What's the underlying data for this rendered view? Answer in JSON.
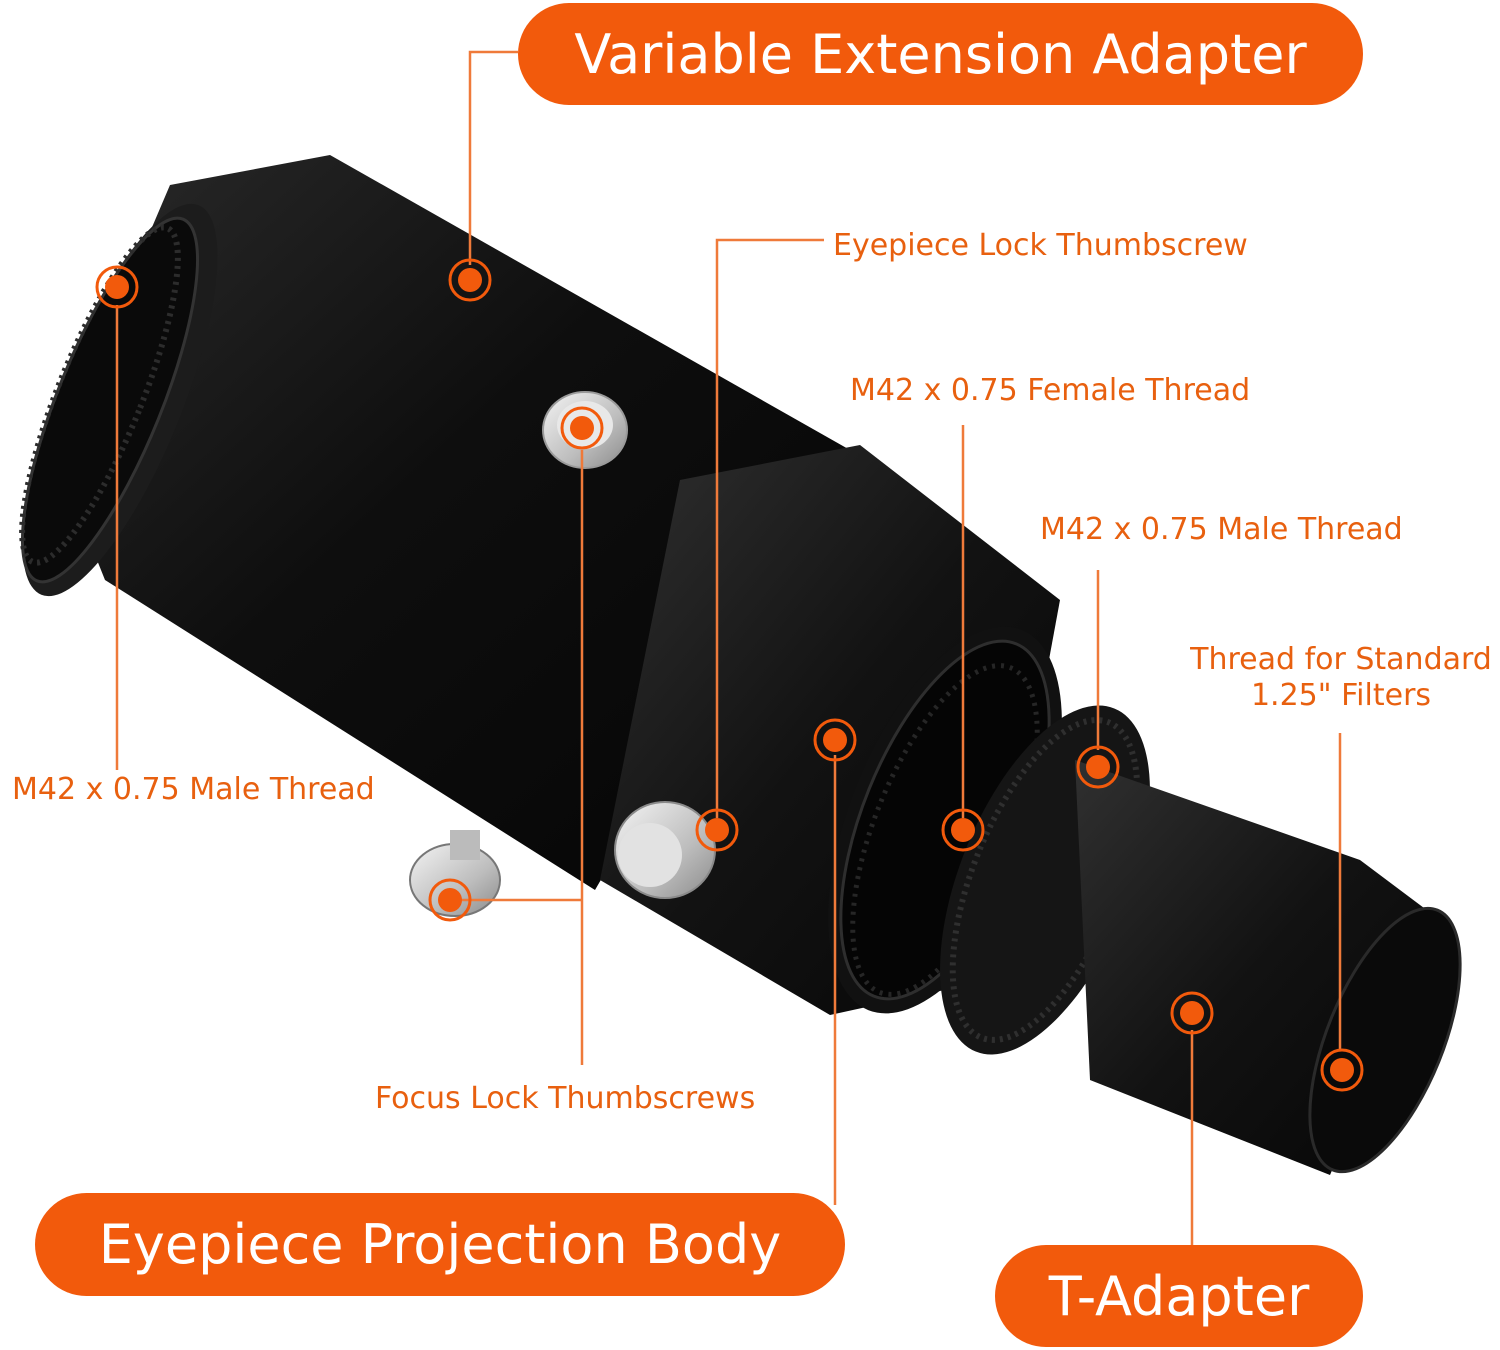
{
  "colors": {
    "accent": "#f25a0c",
    "callout_text": "#e8600f",
    "leader_line": "#ef7a3a",
    "metal": "#141414",
    "knob": "#d8d8d8"
  },
  "titles": {
    "variable_extension_adapter": "Variable Extension Adapter",
    "eyepiece_projection_body": "Eyepiece Projection Body",
    "t_adapter": "T-Adapter"
  },
  "callouts": {
    "eyepiece_lock_thumbscrew": "Eyepiece Lock Thumbscrew",
    "female_thread": "M42 x 0.75 Female Thread",
    "male_thread_right": "M42 x 0.75 Male Thread",
    "filter_thread_line1": "Thread for Standard",
    "filter_thread_line2": "1.25\" Filters",
    "male_thread_left": "M42 x 0.75 Male Thread",
    "focus_lock_thumbscrews": "Focus Lock Thumbscrews"
  },
  "icons": {
    "marker": "target-dot-icon"
  }
}
